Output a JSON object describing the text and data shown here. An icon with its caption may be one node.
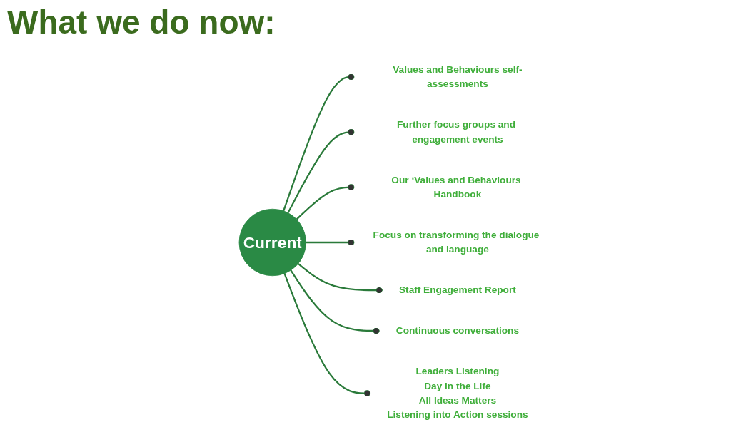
{
  "diagram": {
    "title": "What we do now:",
    "nodes": [
      {
        "text": [
          "Values and Behaviours self-assessments"
        ]
      },
      {
        "text": [
          "Further focus groups and engagement events"
        ]
      },
      {
        "text": [
          "Our ‘Values and Behaviours Handbook"
        ]
      },
      {
        "text": [
          "Current"
        ]
      },
      {
        "text": [
          "Focus on transforming the dialogue and language"
        ]
      },
      {
        "text": [
          "Staff Engagement Report"
        ]
      },
      {
        "text": [
          "Continuous conversations"
        ]
      },
      {
        "text": [
          "Leaders Listening",
          "Day in the Life",
          "All Ideas Matters",
          "Listening into Action sessions"
        ]
      }
    ],
    "edges": [
      {
        "from": 3,
        "to": 0,
        "arrow": "other"
      },
      {
        "from": 3,
        "to": 1,
        "arrow": "other"
      },
      {
        "from": 3,
        "to": 2,
        "arrow": "other"
      },
      {
        "from": 3,
        "to": 4,
        "arrow": "other"
      },
      {
        "from": 3,
        "to": 5,
        "arrow": "other"
      },
      {
        "from": 3,
        "to": 6,
        "arrow": "other"
      },
      {
        "from": 3,
        "to": 7,
        "arrow": "other"
      }
    ]
  }
}
